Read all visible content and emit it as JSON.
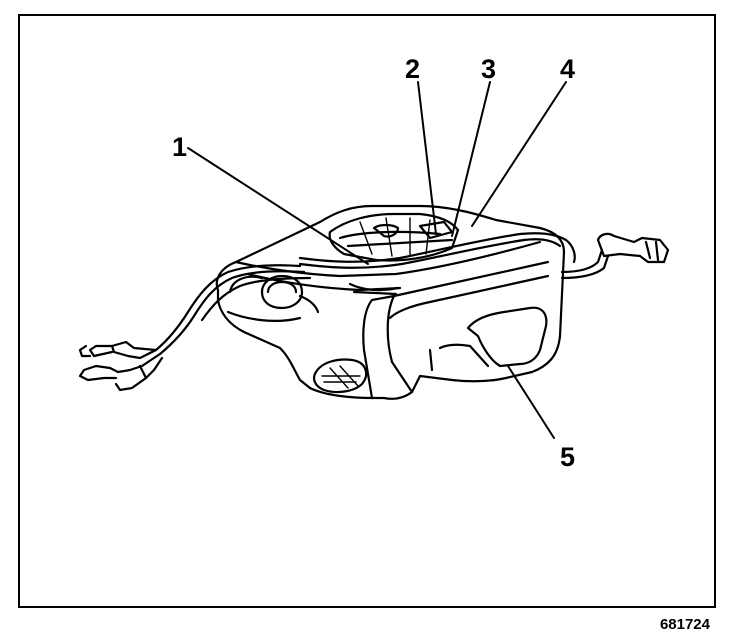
{
  "figure": {
    "callouts": [
      {
        "id": "1",
        "text": "1"
      },
      {
        "id": "2",
        "text": "2"
      },
      {
        "id": "3",
        "text": "3"
      },
      {
        "id": "4",
        "text": "4"
      },
      {
        "id": "5",
        "text": "5"
      }
    ],
    "figure_number": "681724"
  }
}
